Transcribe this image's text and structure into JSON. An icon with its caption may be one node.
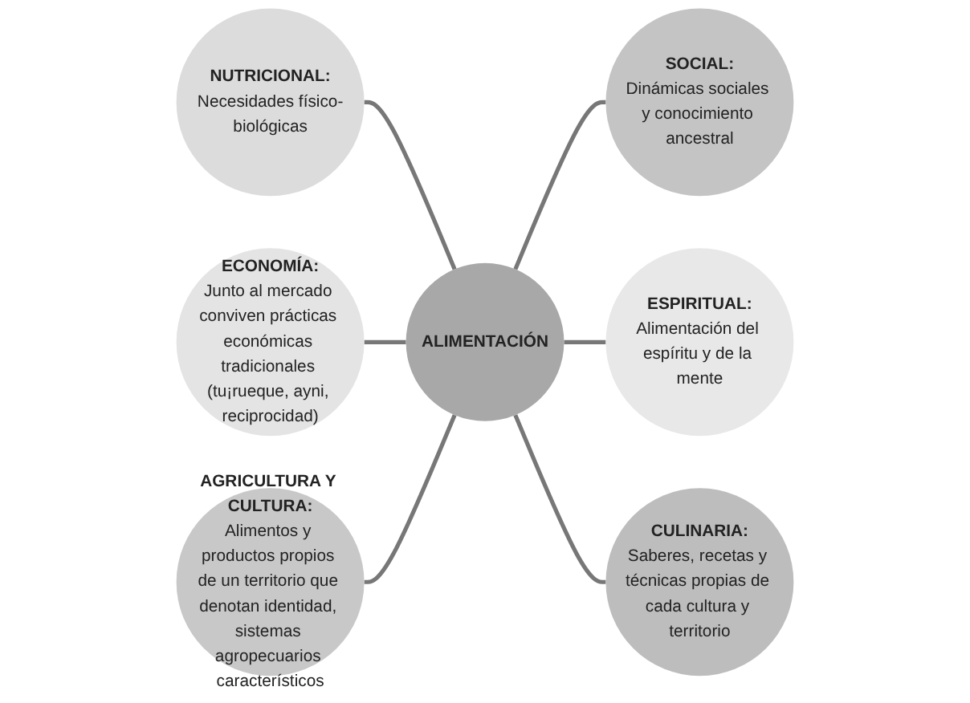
{
  "diagram": {
    "nodes": [
      {
        "text": [
          "NUTRICIONAL:",
          "Necesidades físico-biológicas"
        ]
      },
      {
        "text": [
          "ECONOMÍA:",
          "Junto al mercado conviven prácticas económicas tradicionales (tu¡rueque, ayni, reciprocidad)"
        ]
      },
      {
        "text": [
          "SOCIAL:",
          "Dinámicas sociales y conocimiento ancestral"
        ]
      },
      {
        "text": [
          "ALIMENTACIÓN"
        ]
      },
      {
        "text": [
          "ESPIRITUAL:",
          "Alimentación del espíritu y de la mente"
        ]
      },
      {
        "text": [
          "AGRICULTURA Y CULTURA:",
          "Alimentos y productos propios de un territorio que denotan identidad, sistemas agropecuarios característicos"
        ]
      },
      {
        "text": [
          "CULINARIA:",
          "Saberes, recetas y técnicas propias de cada cultura y territorio"
        ]
      }
    ],
    "edges": [
      {
        "from": 0,
        "to": 3,
        "arrow": "none"
      },
      {
        "from": 1,
        "to": 3,
        "arrow": "none"
      },
      {
        "from": 3,
        "to": 2,
        "arrow": "none"
      },
      {
        "from": 3,
        "to": 4,
        "arrow": "none"
      },
      {
        "from": 5,
        "to": 3,
        "arrow": "none"
      },
      {
        "from": 3,
        "to": 6,
        "arrow": "none"
      }
    ]
  }
}
